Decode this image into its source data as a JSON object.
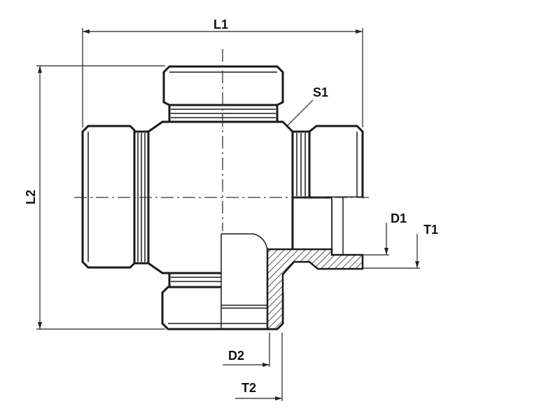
{
  "labels": {
    "L1": "L1",
    "L2": "L2",
    "S1": "S1",
    "D1": "D1",
    "T1": "T1",
    "D2": "D2",
    "T2": "T2"
  }
}
